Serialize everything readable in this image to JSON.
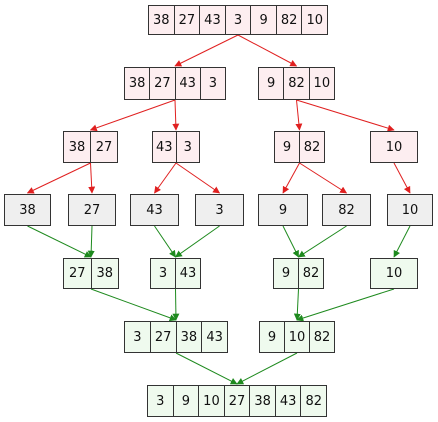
{
  "colors": {
    "split_fill": "#fdeef0",
    "single_fill": "#efefef",
    "merge_fill": "#effaee",
    "split_arrow": "#e02020",
    "merge_arrow": "#1e8a1e"
  },
  "nodes": [
    {
      "id": "root",
      "kind": "split",
      "values": [
        "38",
        "27",
        "43",
        "3",
        "9",
        "82",
        "10"
      ]
    },
    {
      "id": "L",
      "kind": "split",
      "values": [
        "38",
        "27",
        "43",
        "3"
      ]
    },
    {
      "id": "R",
      "kind": "split",
      "values": [
        "9",
        "82",
        "10"
      ]
    },
    {
      "id": "LL",
      "kind": "split",
      "values": [
        "38",
        "27"
      ]
    },
    {
      "id": "LR",
      "kind": "split",
      "values": [
        "43",
        "3"
      ]
    },
    {
      "id": "RL",
      "kind": "split",
      "values": [
        "9",
        "82"
      ]
    },
    {
      "id": "RR",
      "kind": "split",
      "values": [
        "10"
      ]
    },
    {
      "id": "s38",
      "kind": "single",
      "values": [
        "38"
      ]
    },
    {
      "id": "s27",
      "kind": "single",
      "values": [
        "27"
      ]
    },
    {
      "id": "s43",
      "kind": "single",
      "values": [
        "43"
      ]
    },
    {
      "id": "s3",
      "kind": "single",
      "values": [
        "3"
      ]
    },
    {
      "id": "s9",
      "kind": "single",
      "values": [
        "9"
      ]
    },
    {
      "id": "s82",
      "kind": "single",
      "values": [
        "82"
      ]
    },
    {
      "id": "s10",
      "kind": "single",
      "values": [
        "10"
      ]
    },
    {
      "id": "m1",
      "kind": "merge",
      "values": [
        "27",
        "38"
      ]
    },
    {
      "id": "m2",
      "kind": "merge",
      "values": [
        "3",
        "43"
      ]
    },
    {
      "id": "m3",
      "kind": "merge",
      "values": [
        "9",
        "82"
      ]
    },
    {
      "id": "m4",
      "kind": "merge",
      "values": [
        "10"
      ]
    },
    {
      "id": "m5",
      "kind": "merge",
      "values": [
        "3",
        "27",
        "38",
        "43"
      ]
    },
    {
      "id": "m6",
      "kind": "merge",
      "values": [
        "9",
        "10",
        "82"
      ]
    },
    {
      "id": "final",
      "kind": "merge",
      "values": [
        "3",
        "9",
        "10",
        "27",
        "38",
        "43",
        "82"
      ]
    }
  ],
  "edges": [
    {
      "from": "root",
      "to": "L",
      "kind": "split"
    },
    {
      "from": "root",
      "to": "R",
      "kind": "split"
    },
    {
      "from": "L",
      "to": "LL",
      "kind": "split"
    },
    {
      "from": "L",
      "to": "LR",
      "kind": "split"
    },
    {
      "from": "R",
      "to": "RL",
      "kind": "split"
    },
    {
      "from": "R",
      "to": "RR",
      "kind": "split"
    },
    {
      "from": "LL",
      "to": "s38",
      "kind": "split"
    },
    {
      "from": "LL",
      "to": "s27",
      "kind": "split"
    },
    {
      "from": "LR",
      "to": "s43",
      "kind": "split"
    },
    {
      "from": "LR",
      "to": "s3",
      "kind": "split"
    },
    {
      "from": "RL",
      "to": "s9",
      "kind": "split"
    },
    {
      "from": "RL",
      "to": "s82",
      "kind": "split"
    },
    {
      "from": "RR",
      "to": "s10",
      "kind": "split"
    },
    {
      "from": "s38",
      "to": "m1",
      "kind": "merge"
    },
    {
      "from": "s27",
      "to": "m1",
      "kind": "merge"
    },
    {
      "from": "s43",
      "to": "m2",
      "kind": "merge"
    },
    {
      "from": "s3",
      "to": "m2",
      "kind": "merge"
    },
    {
      "from": "s9",
      "to": "m3",
      "kind": "merge"
    },
    {
      "from": "s82",
      "to": "m3",
      "kind": "merge"
    },
    {
      "from": "s10",
      "to": "m4",
      "kind": "merge"
    },
    {
      "from": "m1",
      "to": "m5",
      "kind": "merge"
    },
    {
      "from": "m2",
      "to": "m5",
      "kind": "merge"
    },
    {
      "from": "m3",
      "to": "m6",
      "kind": "merge"
    },
    {
      "from": "m4",
      "to": "m6",
      "kind": "merge"
    },
    {
      "from": "m5",
      "to": "final",
      "kind": "merge"
    },
    {
      "from": "m6",
      "to": "final",
      "kind": "merge"
    }
  ]
}
